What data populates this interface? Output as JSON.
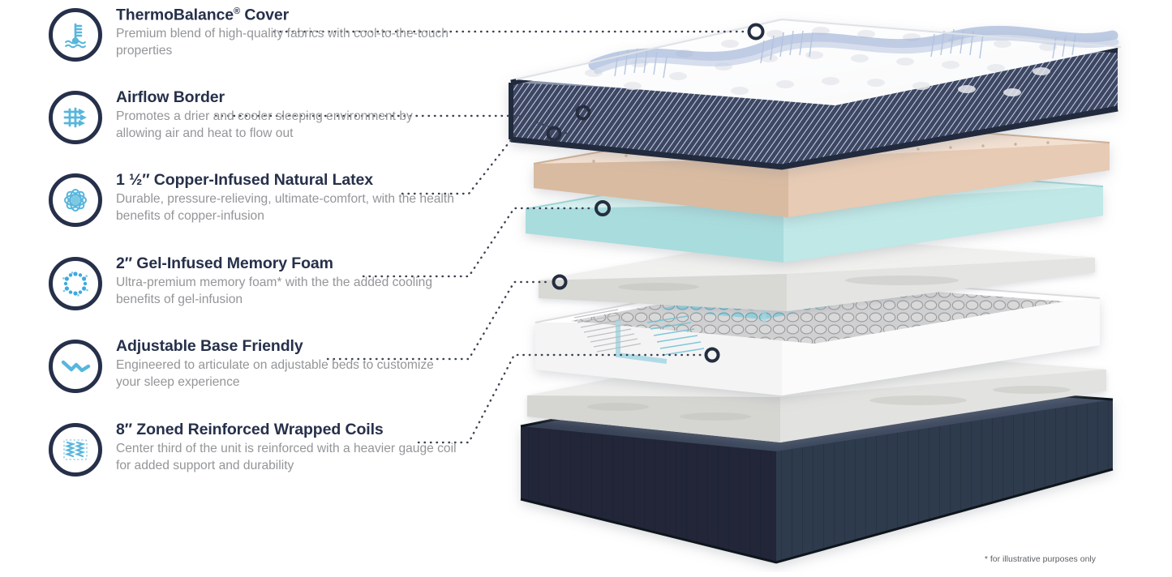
{
  "features": [
    {
      "icon": "thermometer-water-icon",
      "title": "ThermoBalance",
      "title_sup": "®",
      "title_tail": " Cover",
      "desc": "Premium blend of high-quality fabrics with cool-to-the-touch properties"
    },
    {
      "icon": "airflow-arrows-icon",
      "title": "Airflow Border",
      "title_sup": "",
      "title_tail": "",
      "desc": "Promotes a drier and cooler sleeping environment by allowing air and heat to flow out"
    },
    {
      "icon": "molecule-atom-icon",
      "title": "1 ½″ Copper-Infused Natural Latex",
      "title_sup": "",
      "title_tail": "",
      "desc": "Durable, pressure-relieving, ultimate-comfort, with the health benefits of copper-infusion"
    },
    {
      "icon": "gel-beads-ring-icon",
      "title": "2″ Gel-Infused Memory Foam",
      "title_sup": "",
      "title_tail": "",
      "desc": "Ultra-premium memory foam* with the the added cooling benefits of gel-infusion"
    },
    {
      "icon": "articulating-line-icon",
      "title": "Adjustable Base Friendly",
      "title_sup": "",
      "title_tail": "",
      "desc": "Engineered to articulate on adjustable beds to customize your sleep experience"
    },
    {
      "icon": "coil-springs-icon",
      "title": "8″ Zoned Reinforced Wrapped Coils",
      "title_sup": "",
      "title_tail": "",
      "desc": "Center third of the unit is reinforced with a heavier gauge coil for added support and durability"
    }
  ],
  "footnote": "* for illustrative purposes only",
  "colors": {
    "navy": "#26304a",
    "accent_blue": "#58b6dd",
    "body_gray": "#939598",
    "latex_tan": "#e3c5ac",
    "gel_blue": "#b7e6e6",
    "felt_gray": "#e6e6e4",
    "coil_white": "#f7f7f7",
    "base_navy": "#2b3446"
  },
  "product": {
    "layers": [
      "ThermoBalance Cover",
      "Airflow Border",
      "Copper-Infused Natural Latex",
      "Gel-Infused Memory Foam",
      "Felt Pad",
      "Zoned Reinforced Wrapped Coils",
      "Base Foundation"
    ]
  }
}
